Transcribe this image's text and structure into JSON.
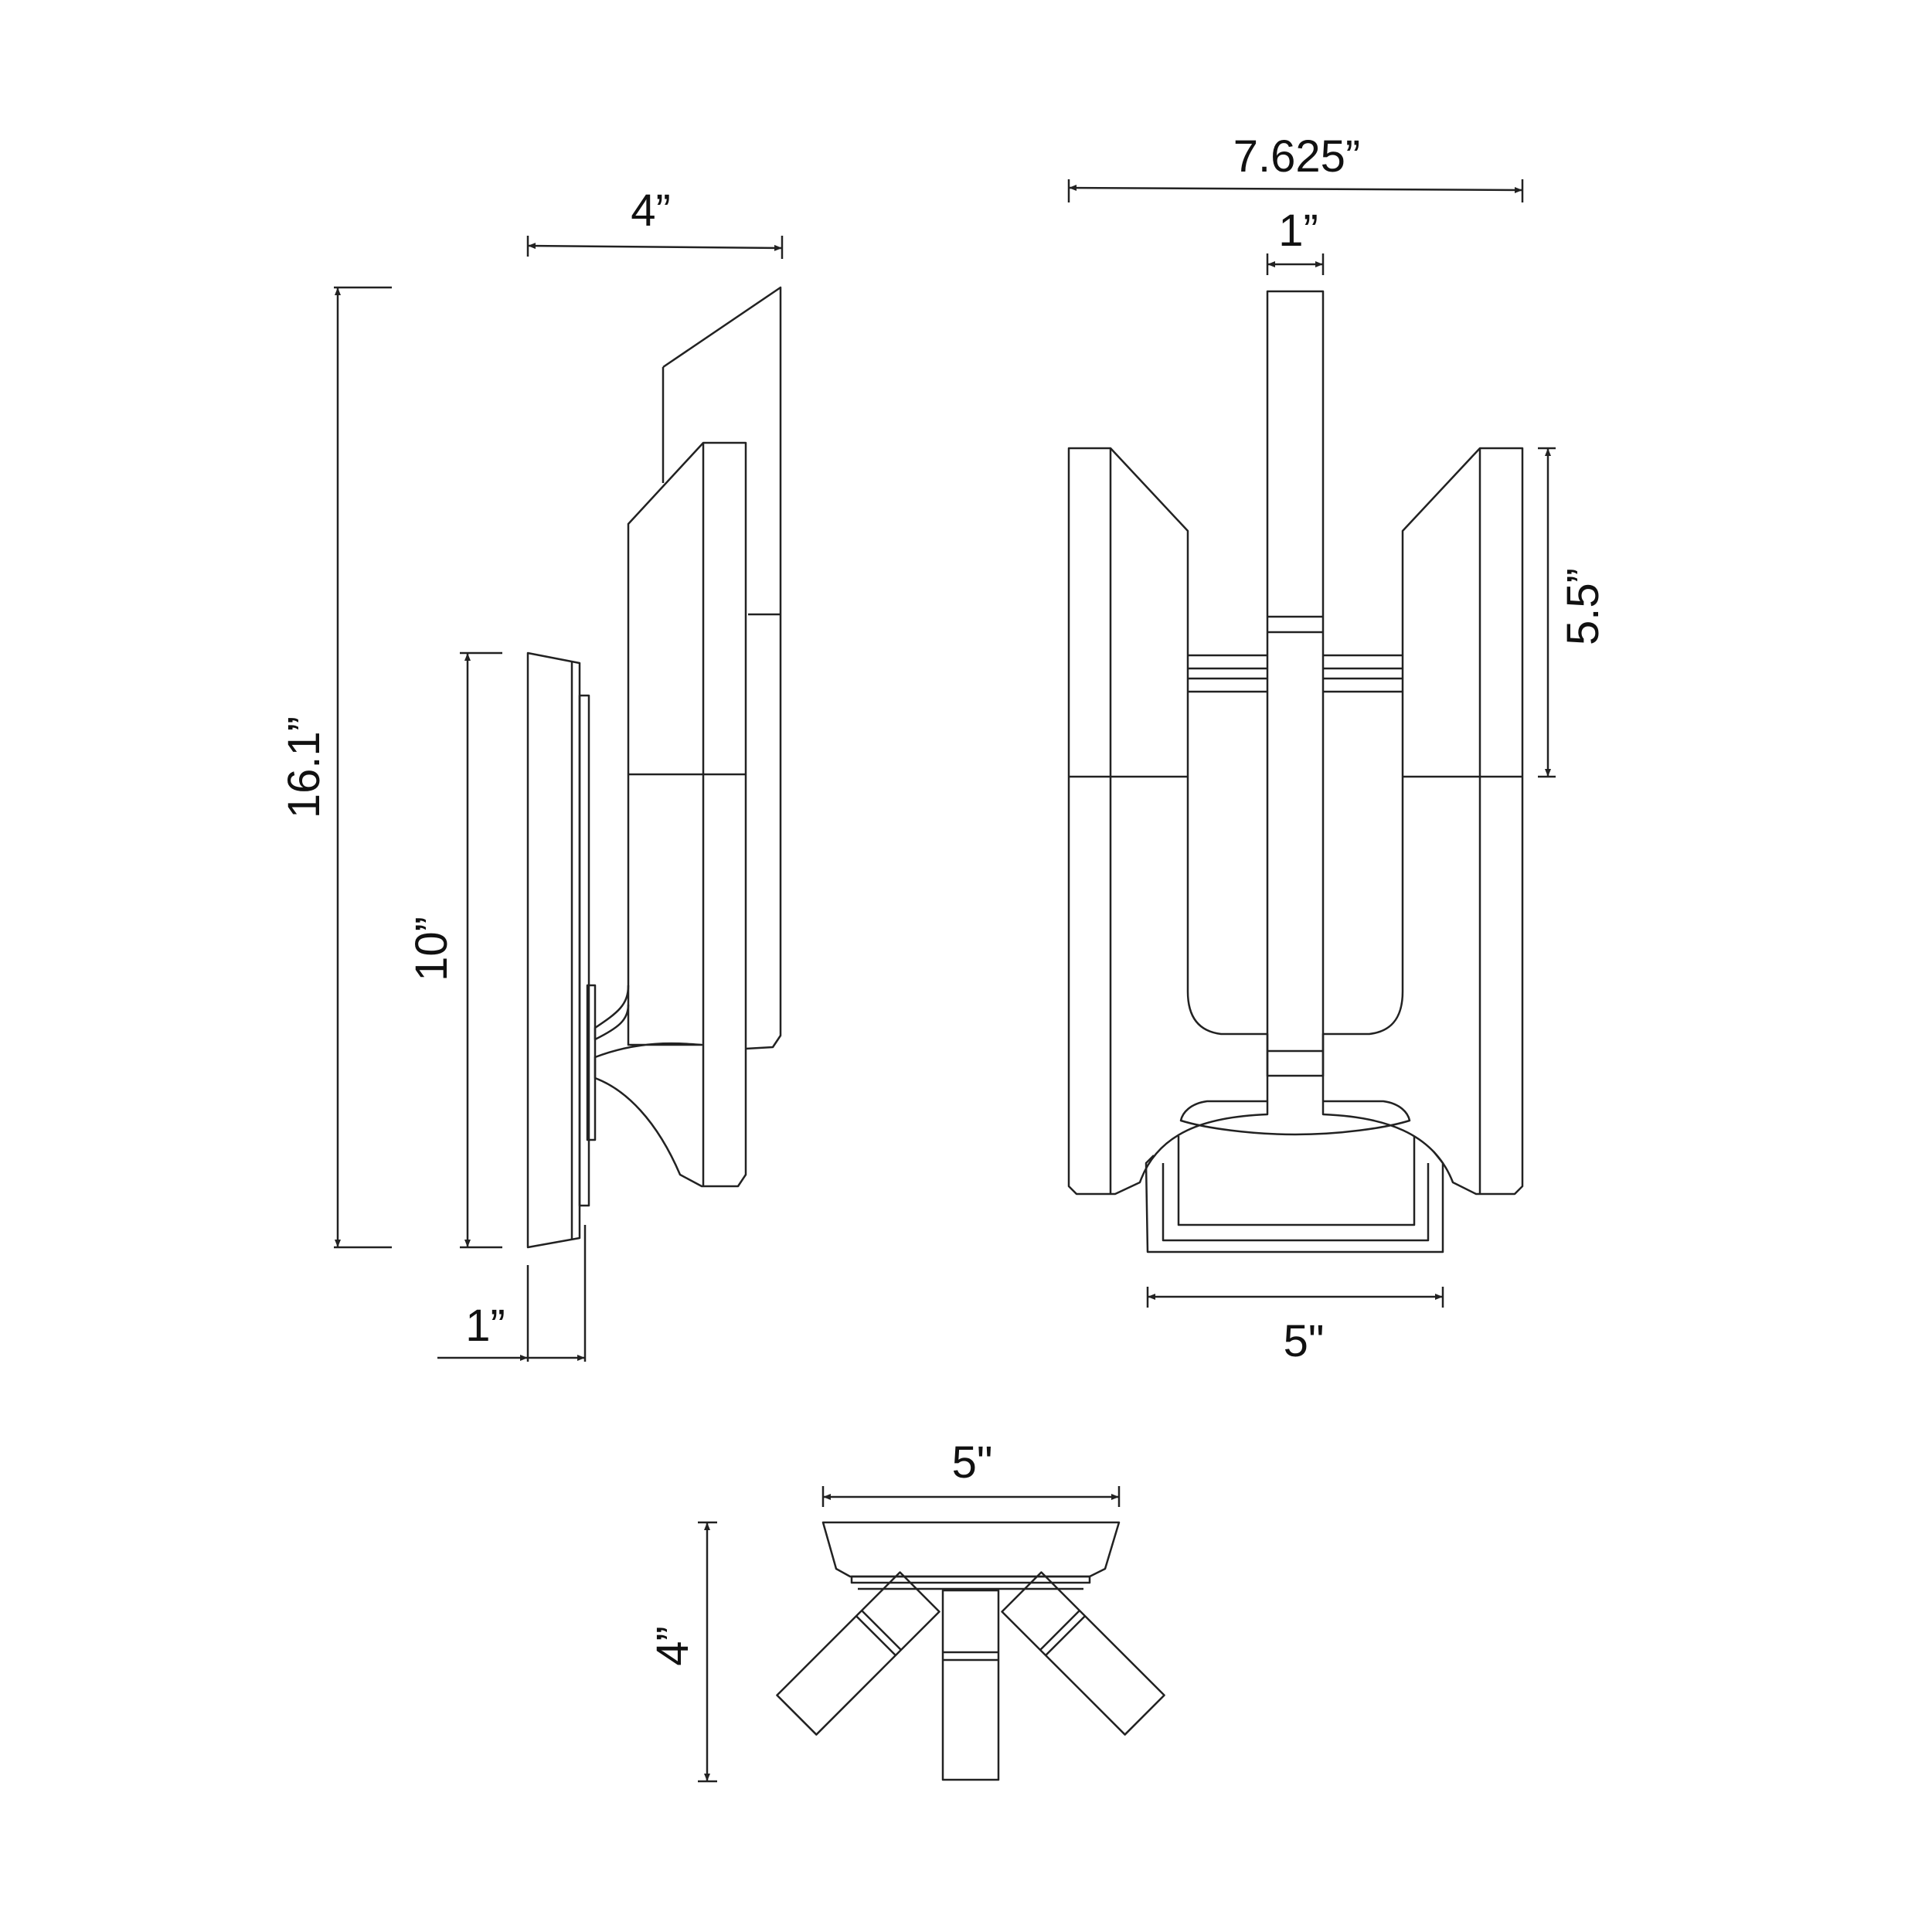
{
  "dimensions": {
    "side_depth": "4”",
    "overall_height": "16.1”",
    "backplate_height": "10”",
    "backplate_depth": "1”",
    "front_width": "7.625”",
    "center_bar_width": "1”",
    "side_panel_height": "5.5”",
    "front_backplate_width": "5\"",
    "top_width": "5\"",
    "top_depth": "4”"
  },
  "colors": {
    "line": "#222222",
    "background": "#ffffff"
  }
}
